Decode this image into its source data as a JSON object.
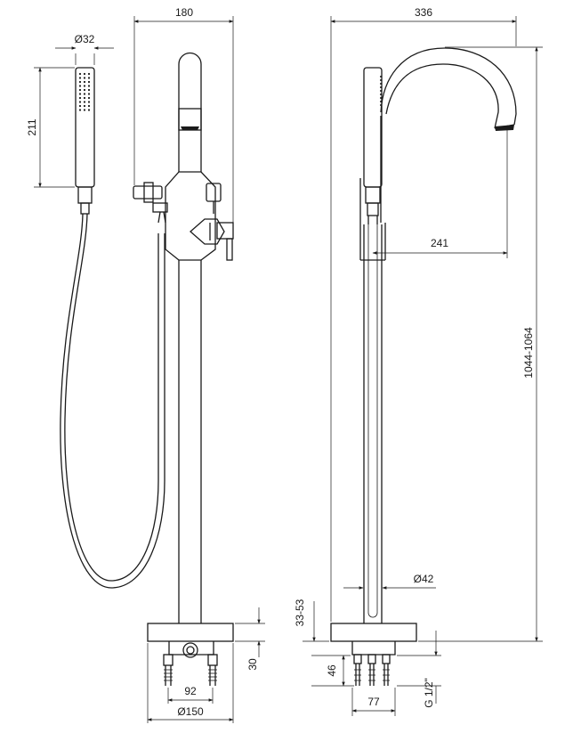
{
  "dimensions": {
    "width_180": "180",
    "diameter_32": "Ø32",
    "height_211": "211",
    "base_height_30": "30",
    "base_spacing_92": "92",
    "base_diameter_150": "Ø150",
    "width_336": "336",
    "spout_reach_241": "241",
    "total_height": "1044-1064",
    "pipe_diameter_42": "Ø42",
    "floor_range": "33-53",
    "depth_46": "46",
    "connection_77": "77",
    "thread": "G 1/2\""
  }
}
